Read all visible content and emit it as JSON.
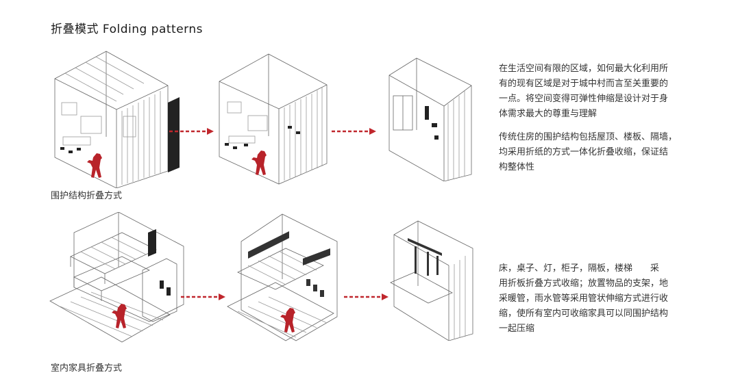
{
  "title": "折叠模式 Folding patterns",
  "row1": {
    "caption": "围护结构折叠方式",
    "paragraph1_lines": [
      "在生活空间有限的区域，如何最大化利用所",
      "有的现有区域是对于城中村而言至关重要的",
      "一点。将空间变得可弹性伸缩是设计对于身",
      "体需求最大的尊重与理解"
    ],
    "paragraph2_lines": [
      "传统住房的围护结构包括屋顶、楼板、隔墙，",
      "均采用折纸的方式一体化折叠收缩，保证结",
      "构整体性"
    ]
  },
  "row2": {
    "caption": "室内家具折叠方式",
    "paragraph_lines": [
      "床，桌子、灯，柜子，隔板，楼梯　　采",
      "用折板折叠方式收缩；放置物品的支架，地",
      "采暖管，雨水管等采用管状伸缩方式进行收",
      "缩，使所有室内可收缩家具可以同围护结构",
      "一起压缩"
    ]
  },
  "colors": {
    "accent_red": "#c0272d",
    "line": "#555555",
    "text": "#333333"
  },
  "icons": [
    "red-dashed-arrow-icon",
    "human-figure-icon"
  ]
}
